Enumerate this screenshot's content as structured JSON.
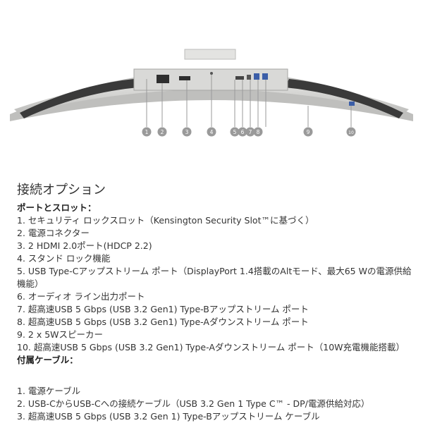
{
  "heading": "接続オプション",
  "ports_heading": "ポートとスロット：",
  "ports": [
    "1. セキュリティ ロックスロット（Kensington Security Slot™に基づく）",
    "2. 電源コネクター",
    "3. 2 HDMI 2.0ポート(HDCP 2.2)",
    "4. スタンド ロック機能",
    "5. USB Type-Cアップストリーム ポート（DisplayPort 1.4搭載のAltモード、最大65 Wの電源供給機能）",
    "6. オーディオ ライン出力ポート",
    "7. 超高速USB 5 Gbps (USB 3.2 Gen1) Type-Bアップストリーム ポート",
    "8. 超高速USB 5 Gbps (USB 3.2 Gen1) Type-Aダウンストリーム ポート",
    "9. 2 x 5Wスピーカー",
    "10. 超高速USB 5 Gbps (USB 3.2 Gen1) Type-Aダウンストリーム ポート（10W充電機能搭載）"
  ],
  "cables_heading": "付属ケーブル：",
  "cables": [
    "1. 電源ケーブル",
    "2. USB-CからUSB-Cへの接続ケーブル（USB 3.2 Gen 1 Type C™ - DP/電源供給対応）",
    "3. 超高速USB 5 Gbps (USB 3.2 Gen 1) Type-Bアップストリーム ケーブル"
  ],
  "callouts": [
    "1",
    "2",
    "3",
    "4",
    "5",
    "6",
    "7",
    "8",
    "9",
    "10"
  ],
  "colors": {
    "callout_circle": "#9a9a9a",
    "monitor_body": "#cfcfcd",
    "vent": "#3a3a3a"
  }
}
